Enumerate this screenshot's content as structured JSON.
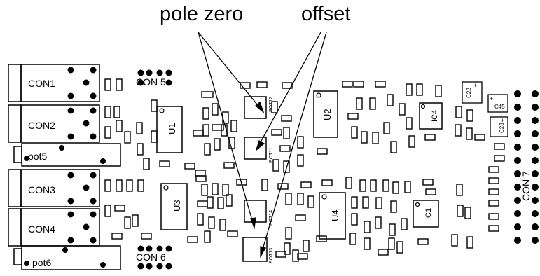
{
  "callouts": {
    "pole_zero": "pole zero",
    "offset": "offset"
  },
  "connectors": {
    "con1": "CON1",
    "con2": "CON2",
    "con3": "CON3",
    "con4": "CON4",
    "pot5": "pot5",
    "pot6": "pot6",
    "con5": "CON 5",
    "con6": "CON 6",
    "con7": "CON 7"
  },
  "ics": {
    "u1": "U1",
    "u2": "U2",
    "u3": "U3",
    "u4": "U4",
    "ic1": "IC1",
    "ic4": "IC4",
    "pot11": "POT11",
    "pot12": "POT12",
    "pot13": "POT13",
    "pot14": "POT14"
  },
  "caps": {
    "c22": "C22",
    "c23": "C23",
    "c45": "C45"
  }
}
